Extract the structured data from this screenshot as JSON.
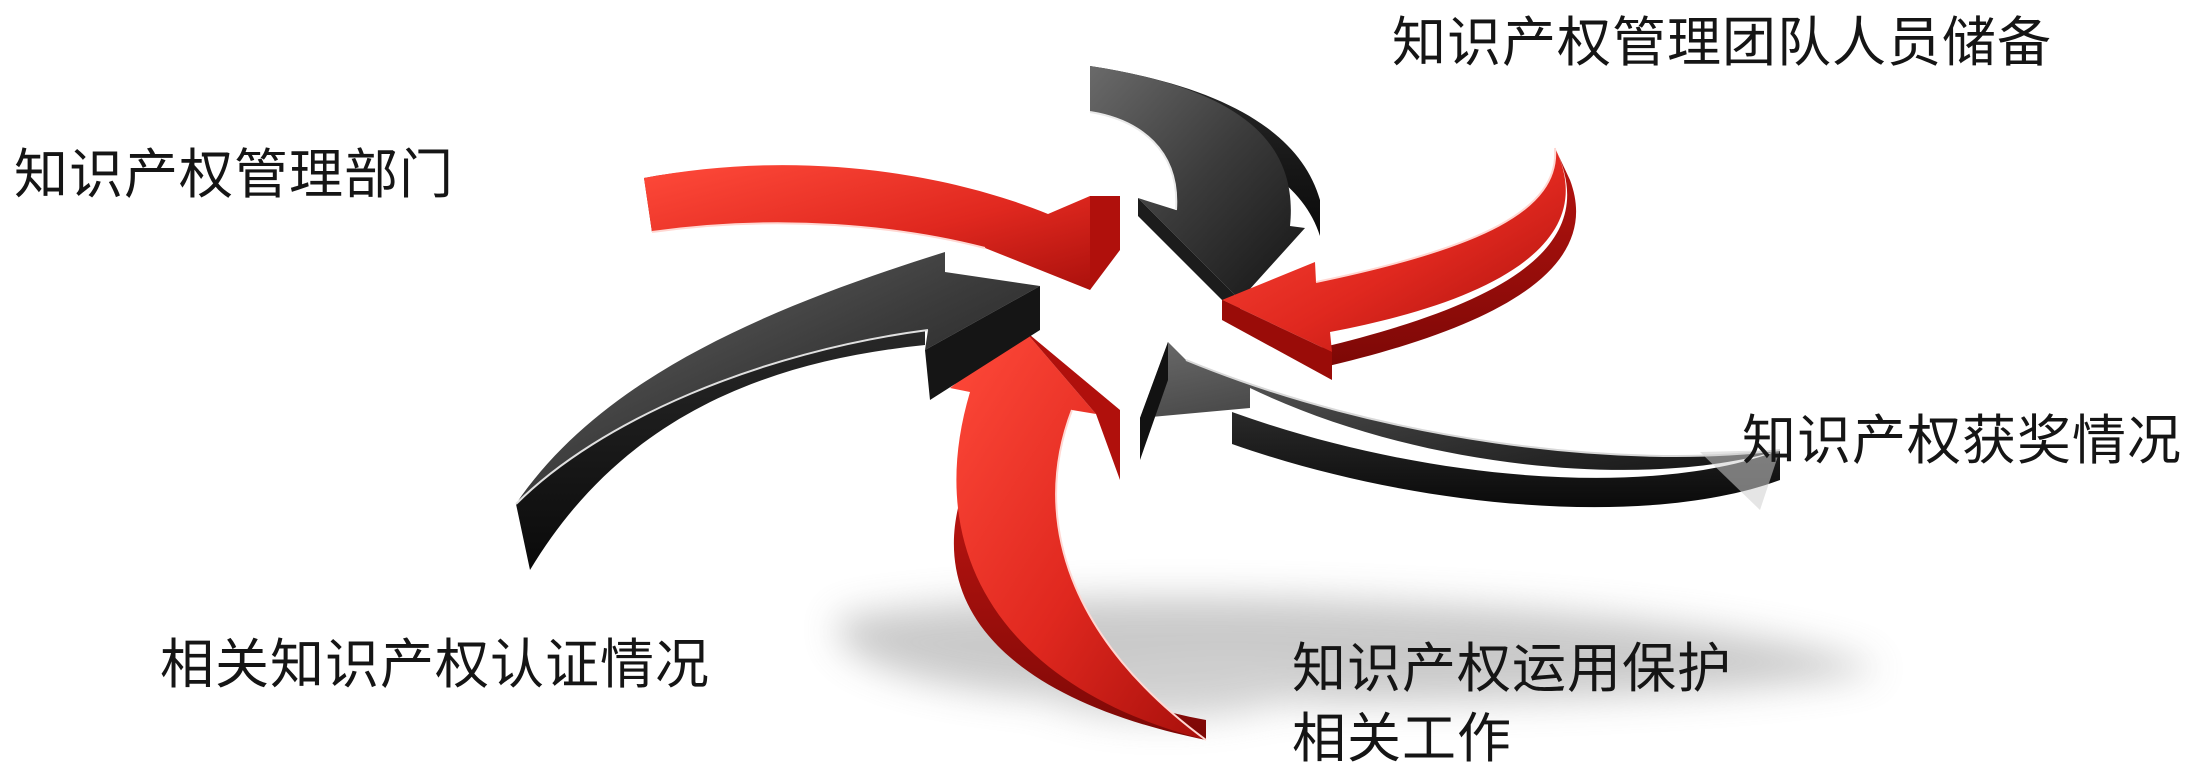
{
  "colors": {
    "red_arrow": "#e8312b",
    "dark_arrow": "#3c3c3c",
    "text": "#151515"
  },
  "labels": {
    "team_reserve": "知识产权管理团队人员储备",
    "department": "知识产权管理部门",
    "awards": "知识产权获奖情况",
    "certification": "相关知识产权认证情况",
    "application_line1": "知识产权运用保护",
    "application_line2": "相关工作"
  },
  "arrows": [
    {
      "name": "dark-arrow-top",
      "color": "dark"
    },
    {
      "name": "red-arrow-top-right",
      "color": "red"
    },
    {
      "name": "dark-arrow-right",
      "color": "dark"
    },
    {
      "name": "red-arrow-bottom",
      "color": "red"
    },
    {
      "name": "dark-arrow-left",
      "color": "dark"
    },
    {
      "name": "red-arrow-top-left",
      "color": "red"
    }
  ]
}
